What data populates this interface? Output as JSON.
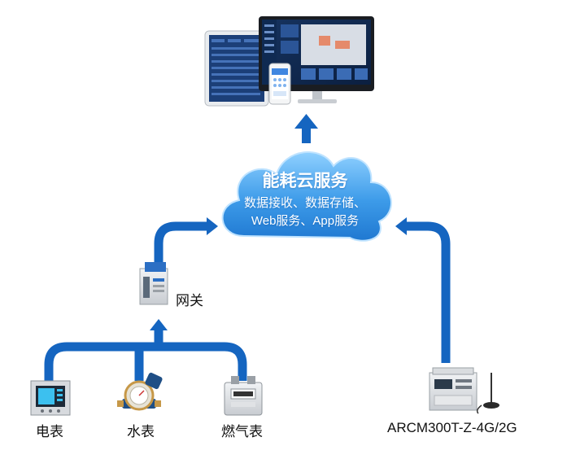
{
  "cloud": {
    "title": "能耗云服务",
    "line1": "数据接收、数据存储、",
    "line2": "Web服务、App服务"
  },
  "gateway": {
    "label": "网关"
  },
  "devices": {
    "meter": "电表",
    "water": "水表",
    "gas": "燃气表",
    "arcm": "ARCM300T-Z-4G/2G"
  },
  "colors": {
    "arrow": "#1565c0",
    "arrow_light": "#2f86e0",
    "cloud": "#4aa3ec"
  },
  "icons": [
    "tablet-icon",
    "phone-icon",
    "monitor-icon",
    "cloud-icon",
    "gateway-device-icon",
    "electric-meter-icon",
    "water-meter-icon",
    "gas-meter-icon",
    "arcm-meter-icon",
    "antenna-icon"
  ]
}
